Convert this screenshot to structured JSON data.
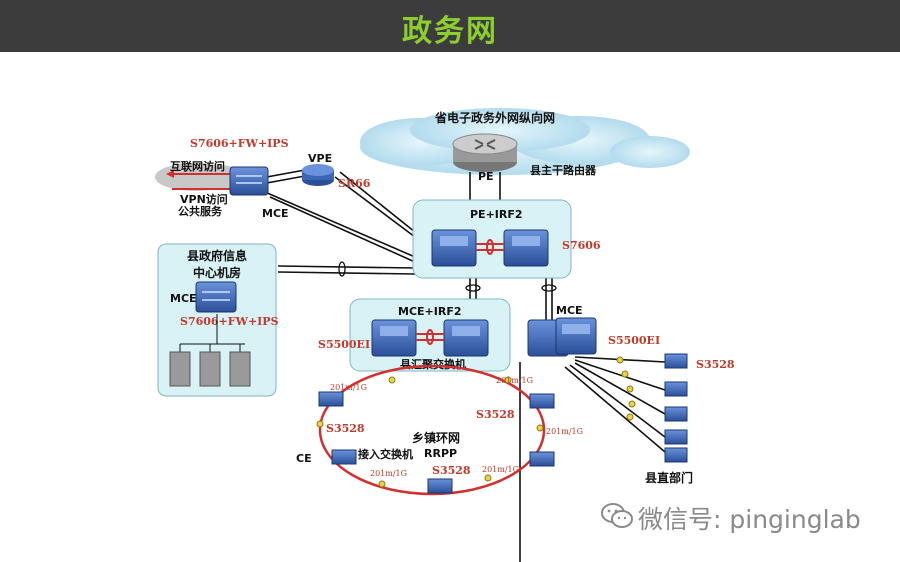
{
  "page_title": "政务网",
  "cloud_label": "省电子政务外网纵向网",
  "core_router_label": "县主干路由器",
  "pe_label": "PE",
  "pe_irf_label": "PE+IRF2",
  "s7606_label": "S7606",
  "top_left": {
    "model_label": "S7606+FW+IPS",
    "internet_access": "互联网访问",
    "vpn_access_line1": "VPN访问",
    "vpn_access_line2": "公共服务",
    "mce_label": "MCE"
  },
  "vpe": {
    "label": "VPE",
    "model": "SR66"
  },
  "county_gov": {
    "title_line1": "县政府信息",
    "title_line2": "中心机房",
    "mce_label": "MCE",
    "model_label": "S7606+FW+IPS"
  },
  "mce_irf": {
    "label": "MCE+IRF2",
    "model": "S5500EI",
    "aggregation_label": "县汇聚交换机"
  },
  "mce_right": {
    "label": "MCE",
    "model": "S5500EI",
    "edge_model": "S3528",
    "dept_label": "县直部门"
  },
  "ring": {
    "title": "乡镇环网",
    "protocol": "RRPP",
    "ce_label": "CE",
    "access_switch_label": "接入交换机",
    "switch_right": "S3528",
    "switch_left": "S3528",
    "switch_bottom": "S3528",
    "link_label": "201m/1G"
  },
  "watermark": {
    "prefix": "微信号:",
    "account": "pinginglab",
    "icon": "wechat-icon"
  },
  "colors": {
    "title_bg": "#3c3c3c",
    "title_text": "#8ccd2f",
    "ring": "#d32f2f",
    "box_fill": "#d8f2f6",
    "box_stroke": "#7fb6c8",
    "device": "#3a66b5",
    "model_red": "#c0392b"
  }
}
